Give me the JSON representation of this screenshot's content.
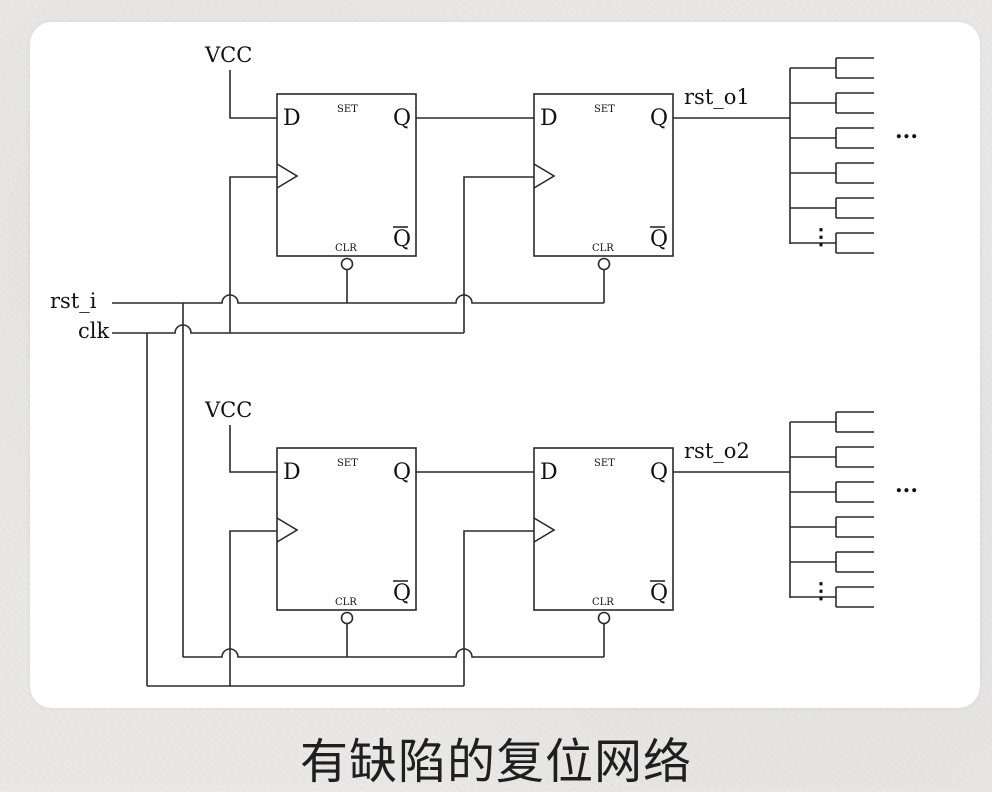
{
  "caption": "有缺陷的复位网络",
  "signals": {
    "vcc": "VCC",
    "rst_in": "rst_i",
    "clk": "clk",
    "rst_out1": "rst_o1",
    "rst_out2": "rst_o2"
  },
  "flipflop_labels": {
    "d": "D",
    "q": "Q",
    "qbar": "Q",
    "set": "SET",
    "clr": "CLR"
  },
  "fanout": {
    "ellipsis_h": "...",
    "ellipsis_v": "⋮"
  }
}
